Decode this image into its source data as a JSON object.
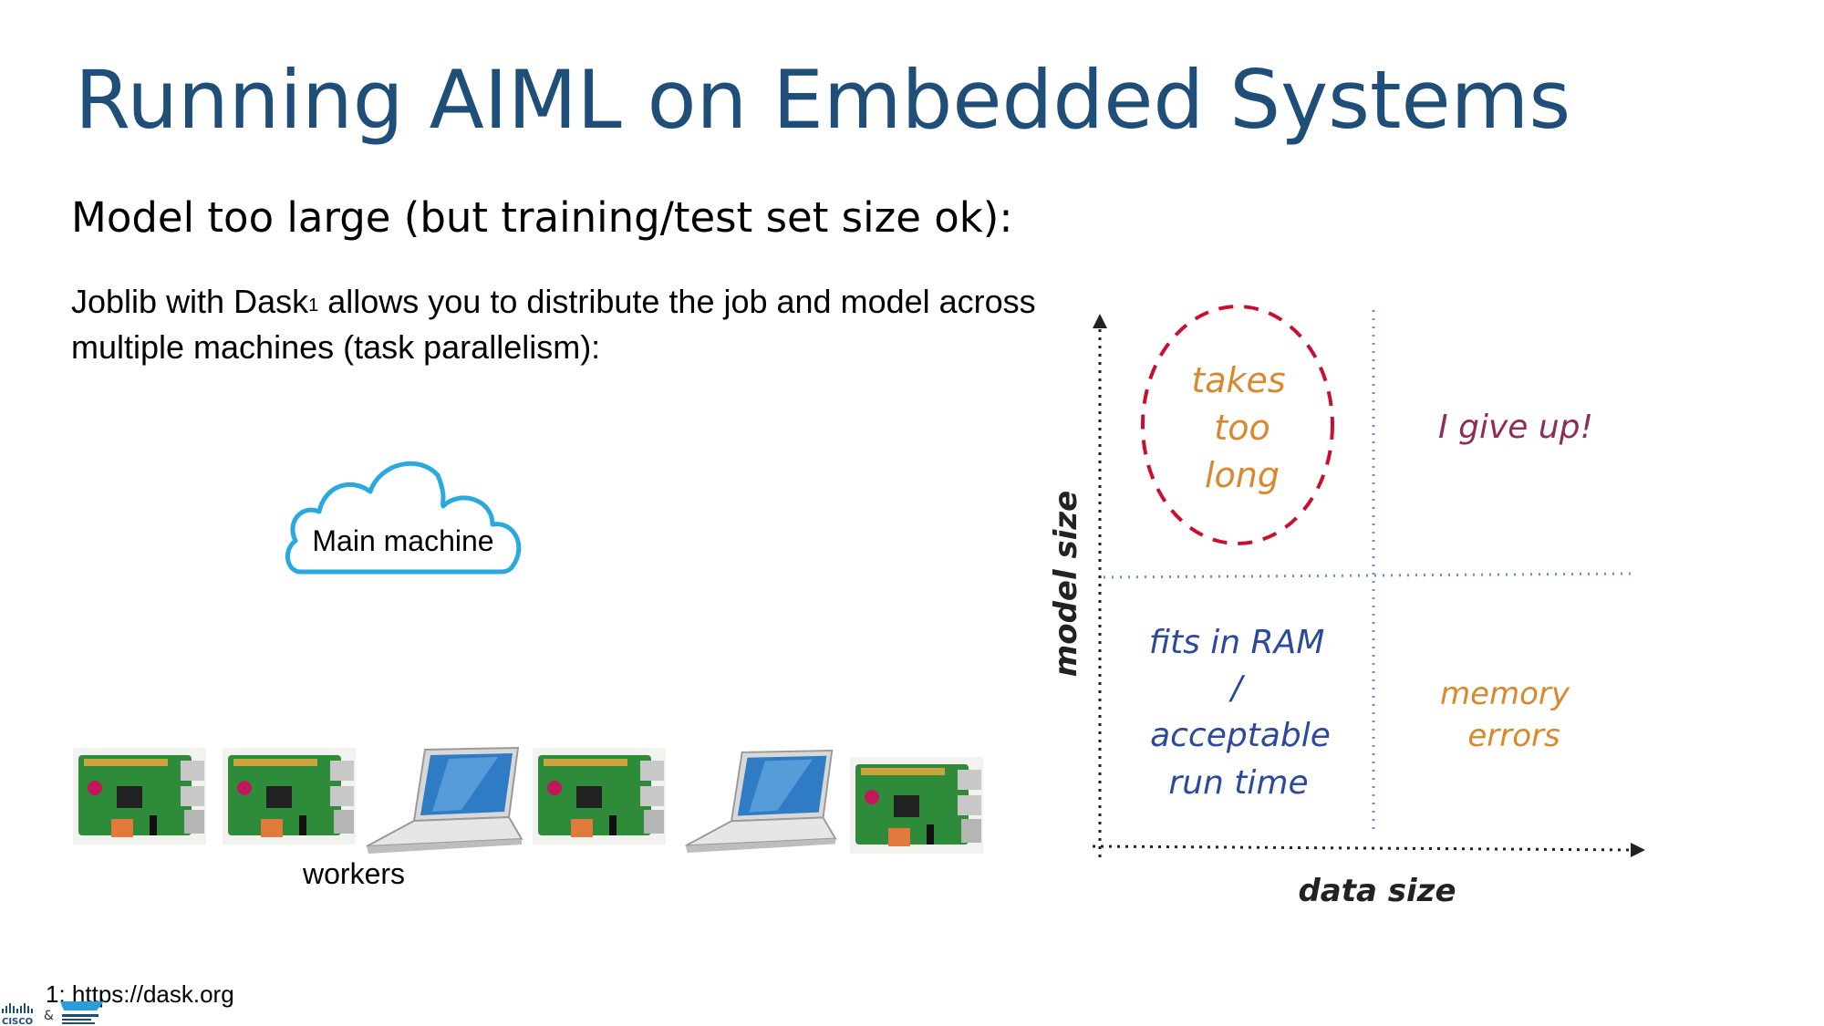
{
  "slide": {
    "title": "Running AIML on Embedded Systems",
    "subtitle": "Model too large (but training/test set size ok):",
    "body_before_sup": "Joblib with Dask",
    "body_sup": "1",
    "body_after_sup": " allows you to distribute the job and model across multiple machines (task parallelism):",
    "cloud_label": "Main machine",
    "workers_label": "workers",
    "footnote": "1: https://dask.org",
    "logo_text": "CISCO"
  },
  "workers": [
    "raspberry-pi",
    "raspberry-pi",
    "laptop",
    "raspberry-pi",
    "laptop",
    "raspberry-pi"
  ],
  "quadrant": {
    "y_axis_label": "model size",
    "x_axis_label": "data size",
    "top_left": [
      "takes",
      "too",
      "long"
    ],
    "top_right": "I give up!",
    "bottom_left": [
      "fits in RAM",
      "/",
      "acceptable",
      "run time"
    ],
    "bottom_right": [
      "memory",
      "errors"
    ]
  },
  "colors": {
    "title": "#1F4E79",
    "cloud": "#29A9E0",
    "orange": "#D9882E",
    "purple": "#8E2D5A",
    "blue": "#2B4A9B",
    "circle": "#C8102E",
    "grid": "#6B8FC9"
  }
}
